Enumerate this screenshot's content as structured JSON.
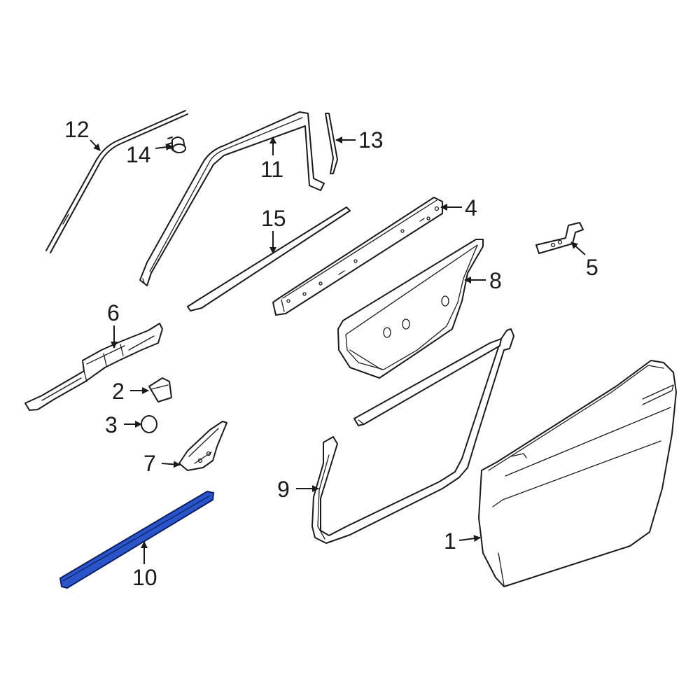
{
  "diagram": {
    "highlight_color": "#2a55c8",
    "highlight_stroke": "#0d1f66",
    "callouts": {
      "c1": "1",
      "c2": "2",
      "c3": "3",
      "c4": "4",
      "c5": "5",
      "c6": "6",
      "c7": "7",
      "c8": "8",
      "c9": "9",
      "c10": "10",
      "c11": "11",
      "c12": "12",
      "c13": "13",
      "c14": "14",
      "c15": "15"
    }
  }
}
